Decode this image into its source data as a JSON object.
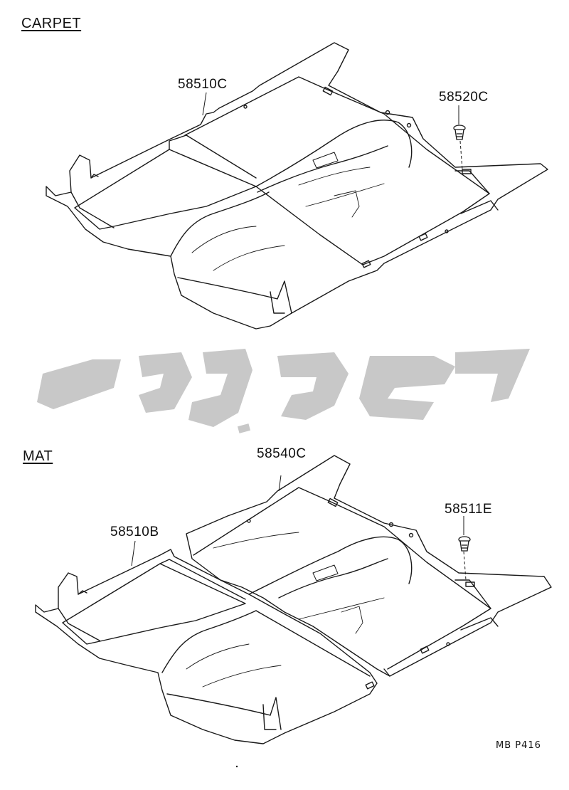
{
  "sections": {
    "carpet": "CARPET",
    "mat": "MAT"
  },
  "parts": {
    "carpet_main": "58510C",
    "carpet_clip": "58520C",
    "mat_front": "58510B",
    "mat_rear": "58540C",
    "mat_clip": "58511E"
  },
  "figure_code": "MB  P416",
  "colors": {
    "line": "#1a1a1a",
    "watermark": "#c8c8c8"
  }
}
